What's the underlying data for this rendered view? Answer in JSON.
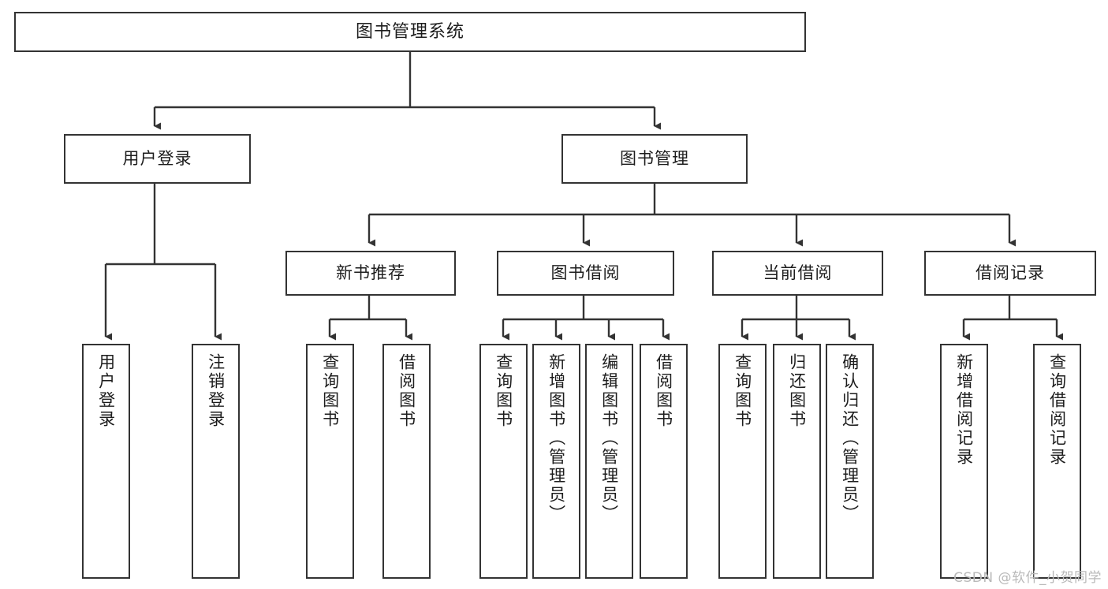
{
  "diagram": {
    "type": "tree",
    "title": "图书管理系统",
    "watermark": "CSDN @软件_小贺同学",
    "colors": {
      "box_border": "#333333",
      "box_fill": "#ffffff",
      "connector": "#333333",
      "text": "#1d1d1d",
      "watermark": "#b9b9b9"
    },
    "nodes": {
      "root": {
        "label": "图书管理系统"
      },
      "level2": [
        {
          "id": "user-login",
          "label": "用户登录"
        },
        {
          "id": "book-manage",
          "label": "图书管理"
        }
      ],
      "level3": [
        {
          "id": "new-book-recommend",
          "label": "新书推荐"
        },
        {
          "id": "book-borrow",
          "label": "图书借阅"
        },
        {
          "id": "current-borrow",
          "label": "当前借阅"
        },
        {
          "id": "borrow-record",
          "label": "借阅记录"
        }
      ],
      "leaves": {
        "user-login": [
          {
            "id": "leaf-user-login",
            "label": "用户登录"
          },
          {
            "id": "leaf-logout",
            "label": "注销登录"
          }
        ],
        "new-book-recommend": [
          {
            "id": "leaf-query-book-1",
            "label": "查询图书"
          },
          {
            "id": "leaf-borrow-book-1",
            "label": "借阅图书"
          }
        ],
        "book-borrow": [
          {
            "id": "leaf-query-book-2",
            "label": "查询图书"
          },
          {
            "id": "leaf-add-book",
            "label": "新增图书（管理员）"
          },
          {
            "id": "leaf-edit-book",
            "label": "编辑图书（管理员）"
          },
          {
            "id": "leaf-borrow-book-2",
            "label": "借阅图书"
          }
        ],
        "current-borrow": [
          {
            "id": "leaf-query-book-3",
            "label": "查询图书"
          },
          {
            "id": "leaf-return-book",
            "label": "归还图书"
          },
          {
            "id": "leaf-confirm-return",
            "label": "确认归还（管理员）"
          }
        ],
        "borrow-record": [
          {
            "id": "leaf-add-record",
            "label": "新增借阅记录"
          },
          {
            "id": "leaf-query-record",
            "label": "查询借阅记录"
          }
        ]
      }
    }
  }
}
